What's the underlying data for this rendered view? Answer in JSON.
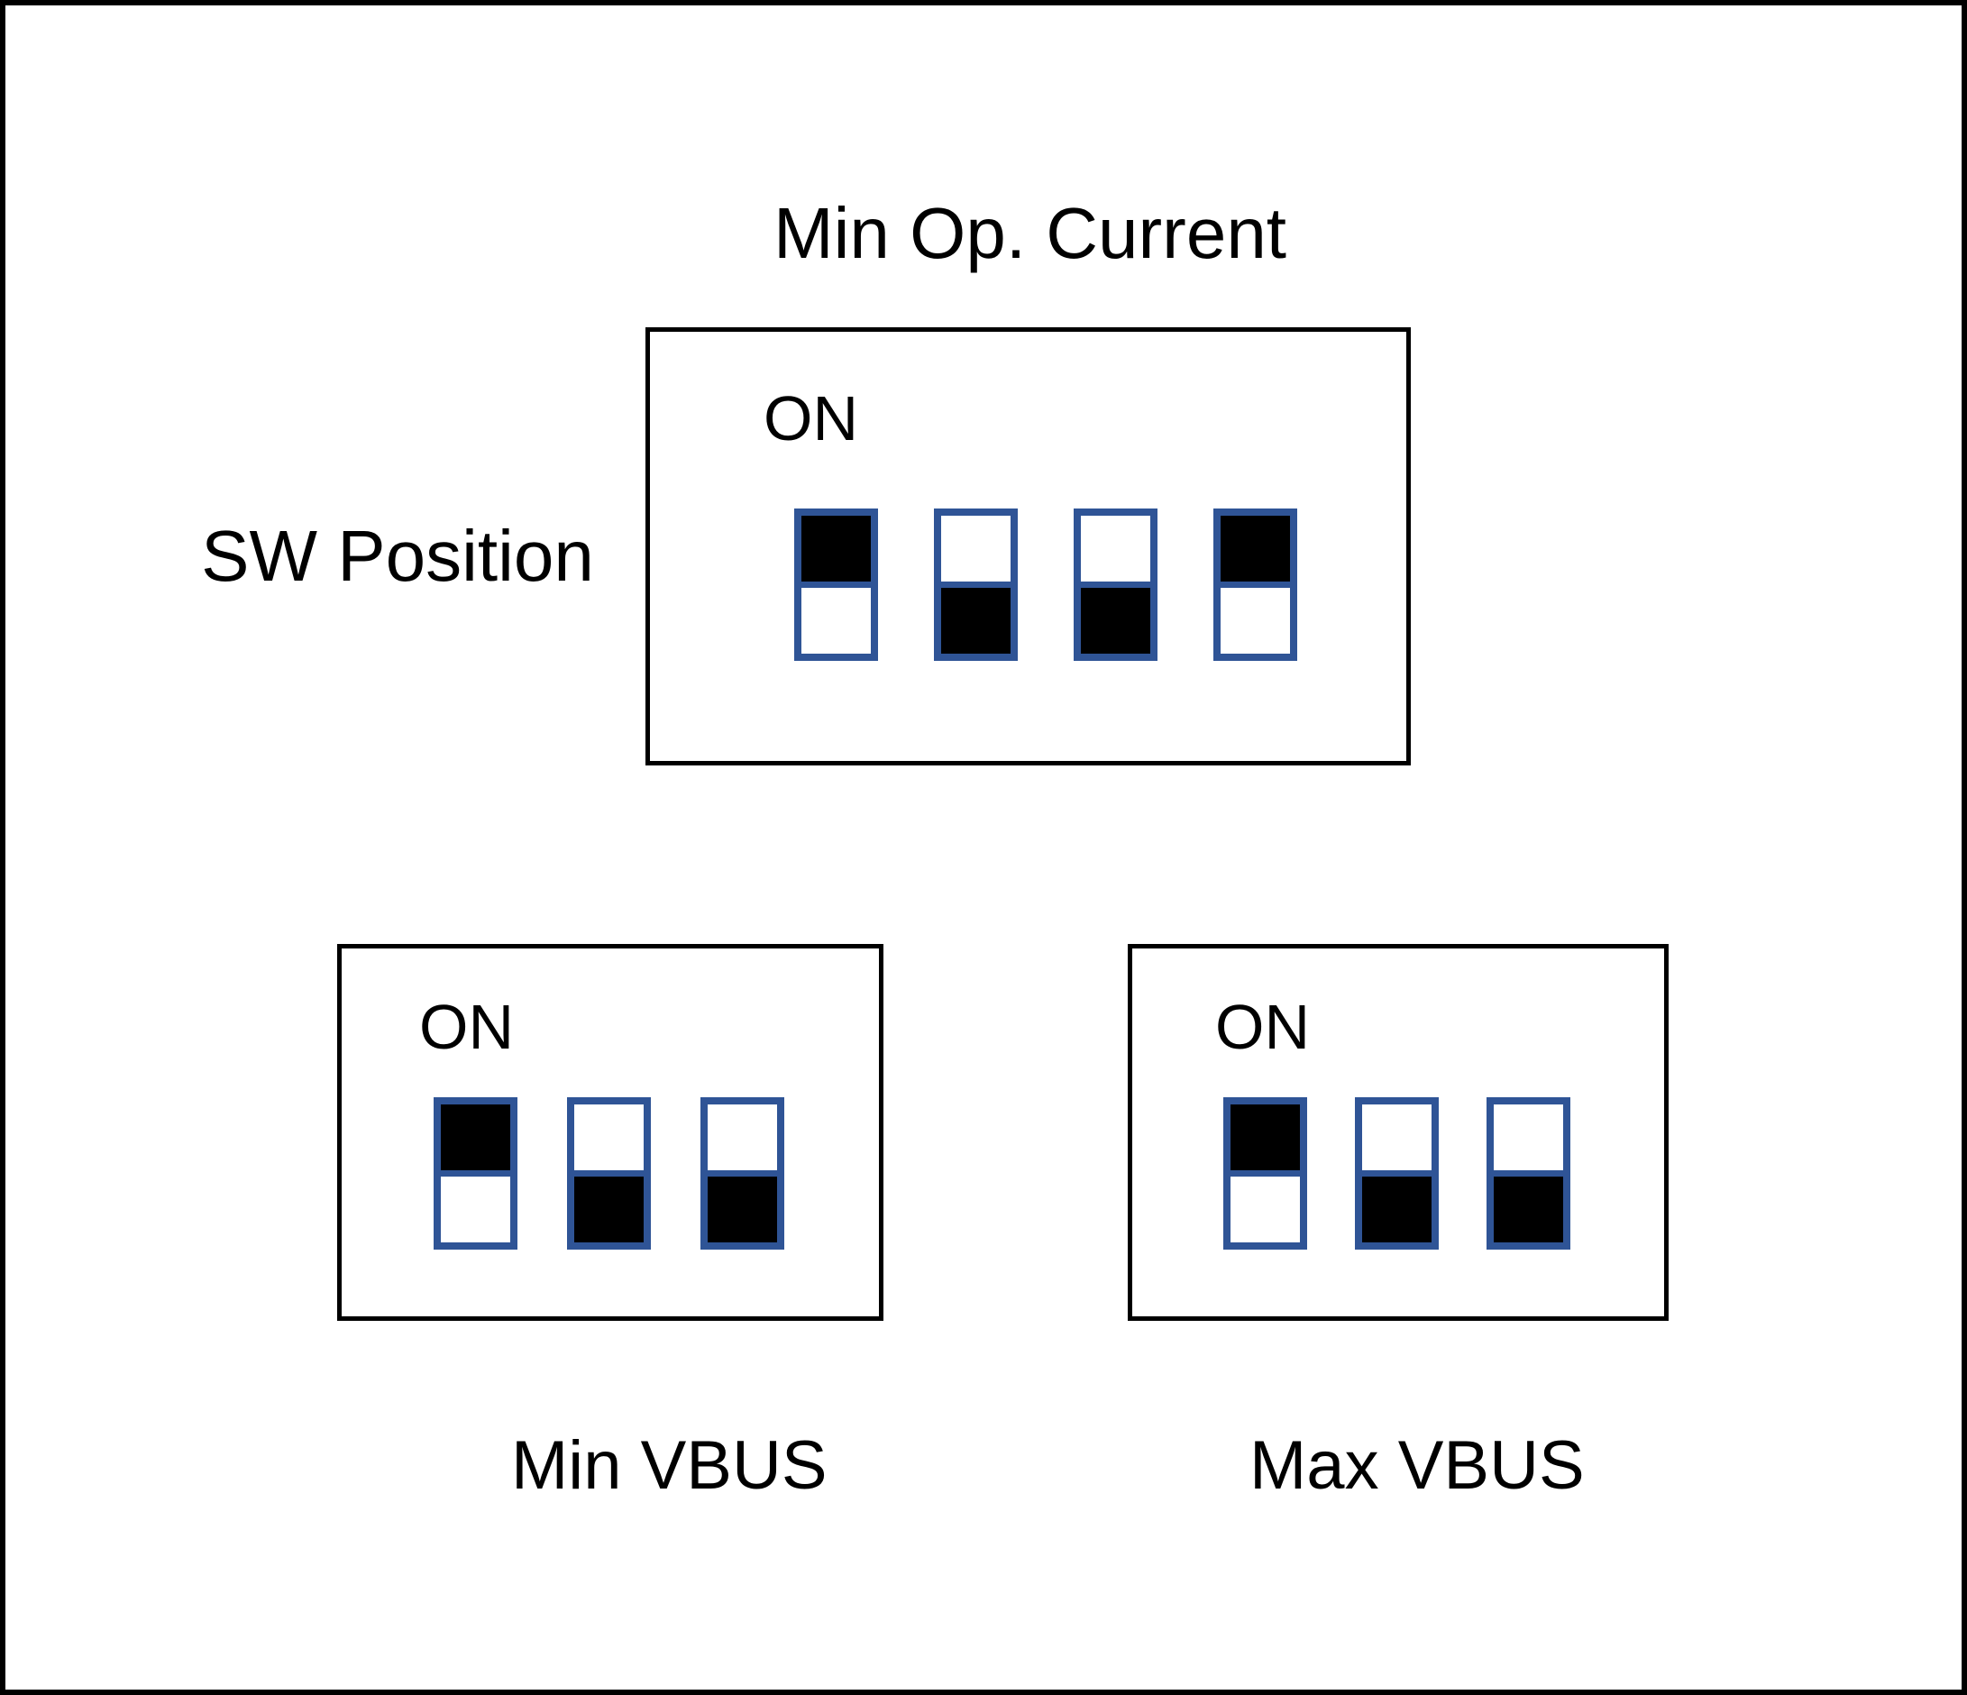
{
  "figure": {
    "title": "Min Op. Current",
    "side_label": "SW Position",
    "panels": [
      {
        "name": "min-op-current",
        "on_label": "ON",
        "switches": [
          "up",
          "down",
          "down",
          "up"
        ]
      },
      {
        "name": "min-vbus",
        "caption": "Min VBUS",
        "on_label": "ON",
        "switches": [
          "up",
          "down",
          "down"
        ]
      },
      {
        "name": "max-vbus",
        "caption": "Max VBUS",
        "on_label": "ON",
        "switches": [
          "up",
          "down",
          "down"
        ]
      }
    ],
    "colors": {
      "switch_border": "#2F5496",
      "switch_fill_on": "#000000",
      "switch_fill_off": "#FFFFFF",
      "panel_border": "#000000",
      "outer_border": "#000000",
      "background": "#FFFFFF"
    }
  }
}
